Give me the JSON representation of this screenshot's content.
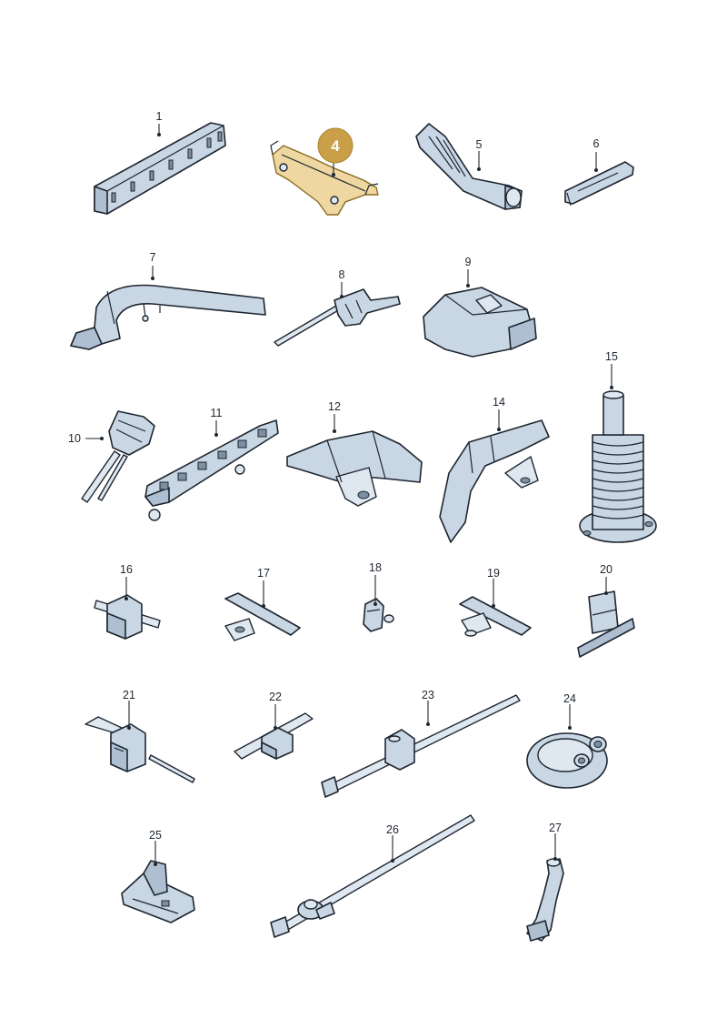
{
  "diagram": {
    "highlighted_callout": "4",
    "callouts": [
      {
        "id": "p1",
        "label": "1"
      },
      {
        "id": "p5",
        "label": "5"
      },
      {
        "id": "p6",
        "label": "6"
      },
      {
        "id": "p7",
        "label": "7"
      },
      {
        "id": "p8",
        "label": "8"
      },
      {
        "id": "p9",
        "label": "9"
      },
      {
        "id": "p10",
        "label": "10"
      },
      {
        "id": "p11",
        "label": "11"
      },
      {
        "id": "p12",
        "label": "12"
      },
      {
        "id": "p14",
        "label": "14"
      },
      {
        "id": "p15",
        "label": "15"
      },
      {
        "id": "p16",
        "label": "16"
      },
      {
        "id": "p17",
        "label": "17"
      },
      {
        "id": "p18",
        "label": "18"
      },
      {
        "id": "p19",
        "label": "19"
      },
      {
        "id": "p20",
        "label": "20"
      },
      {
        "id": "p21",
        "label": "21"
      },
      {
        "id": "p22",
        "label": "22"
      },
      {
        "id": "p23",
        "label": "23"
      },
      {
        "id": "p24",
        "label": "24"
      },
      {
        "id": "p25",
        "label": "25"
      },
      {
        "id": "p26",
        "label": "26"
      },
      {
        "id": "p27",
        "label": "27"
      }
    ]
  }
}
